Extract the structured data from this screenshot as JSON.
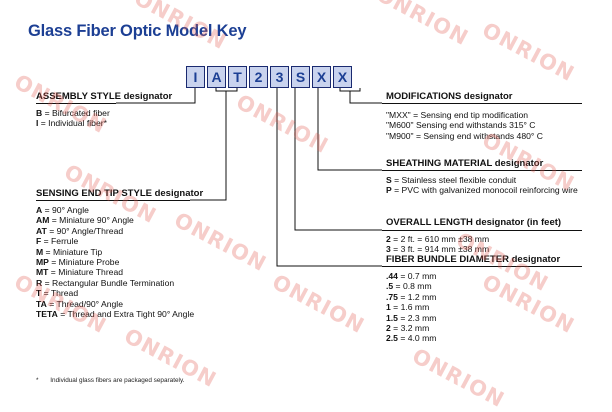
{
  "title": "Glass Fiber Optic Model Key",
  "code_chars": [
    "I",
    "A",
    "T",
    "2",
    "3",
    "S",
    "X",
    "X"
  ],
  "assembly": {
    "heading": "ASSEMBLY STYLE designator",
    "items": [
      {
        "code": "B",
        "desc": " = Bifurcated fiber"
      },
      {
        "code": "I",
        "desc": " = Individual fiber*"
      }
    ]
  },
  "sensing": {
    "heading": "SENSING END TIP STYLE designator",
    "items": [
      {
        "code": "A",
        "desc": " = 90° Angle"
      },
      {
        "code": "AM",
        "desc": " = Miniature 90° Angle"
      },
      {
        "code": "AT",
        "desc": " = 90° Angle/Thread"
      },
      {
        "code": "F",
        "desc": " = Ferrule"
      },
      {
        "code": "M",
        "desc": " = Miniature Tip"
      },
      {
        "code": "MP",
        "desc": " = Miniature Probe"
      },
      {
        "code": "MT",
        "desc": " = Miniature Thread"
      },
      {
        "code": "R",
        "desc": " = Rectangular Bundle Termination"
      },
      {
        "code": "T",
        "desc": " = Thread"
      },
      {
        "code": "TA",
        "desc": " = Thread/90° Angle"
      },
      {
        "code": "TETA",
        "desc": " = Thread and Extra Tight 90° Angle"
      }
    ]
  },
  "modifications": {
    "heading": "MODIFICATIONS designator",
    "items": [
      "\"MXX\" = Sensing end tip modification",
      "\"M600\" Sensing end withstands 315° C",
      "\"M900\" = Sensing end withstands 480° C"
    ]
  },
  "sheathing": {
    "heading": "SHEATHING MATERIAL designator",
    "items": [
      {
        "code": "S",
        "desc": " = Stainless steel flexible conduit"
      },
      {
        "code": "P",
        "desc": " = PVC with galvanized monocoil reinforcing wire"
      }
    ]
  },
  "length": {
    "heading": "OVERALL LENGTH designator (in feet)",
    "items": [
      {
        "code": "2",
        "desc": " = 2 ft. = 610 mm ±38 mm"
      },
      {
        "code": "3",
        "desc": " = 3 ft. = 914 mm ±38 mm"
      }
    ]
  },
  "diameter": {
    "heading": "FIBER BUNDLE DIAMETER designator",
    "items": [
      {
        "code": ".44",
        "desc": " = 0.7 mm"
      },
      {
        "code": ".5",
        "desc": " = 0.8 mm"
      },
      {
        "code": ".75",
        "desc": " = 1.2 mm"
      },
      {
        "code": "1",
        "desc": " = 1.6 mm"
      },
      {
        "code": "1.5",
        "desc": " = 2.3 mm"
      },
      {
        "code": "2",
        "desc": " = 3.2 mm"
      },
      {
        "code": "2.5",
        "desc": " = 4.0 mm"
      }
    ]
  },
  "footnote": {
    "marker": "*",
    "text": "Individual glass fibers are packaged separately."
  },
  "watermark": {
    "text": "ONRION",
    "color": "#e15a50"
  },
  "colors": {
    "title": "#1c3f94",
    "code_box_fill": "#c9d3ee",
    "code_box_border": "#1a2a70"
  }
}
